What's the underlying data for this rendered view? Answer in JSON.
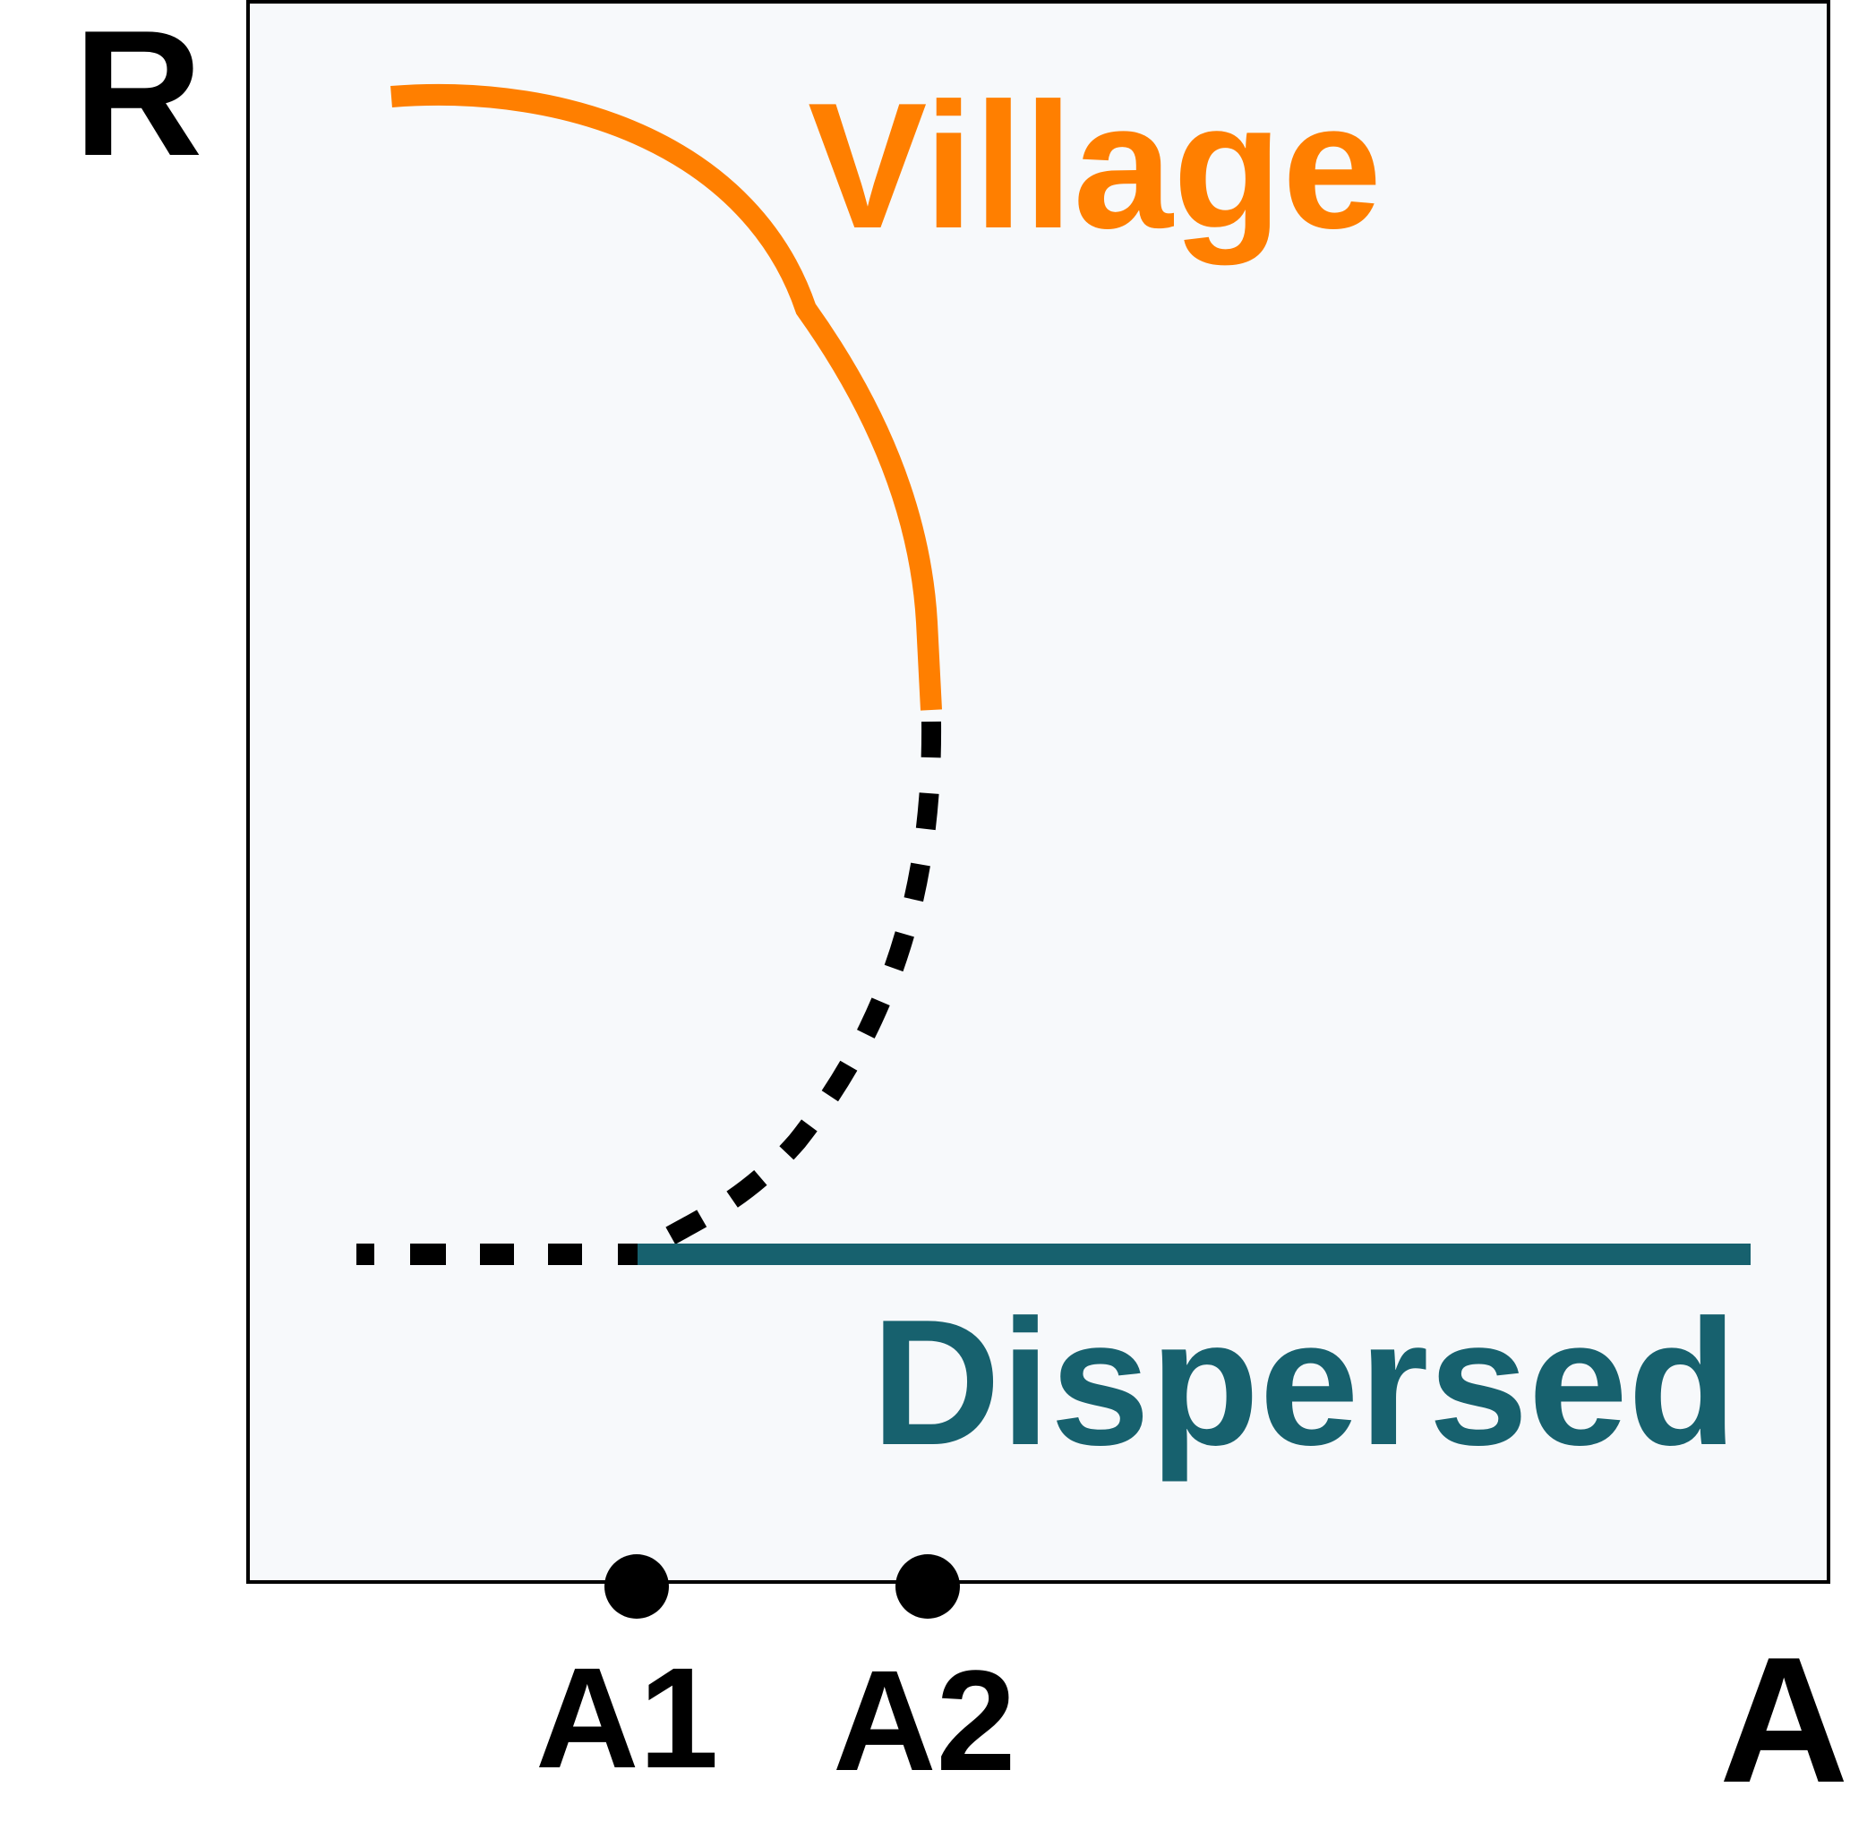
{
  "axes": {
    "y_label": "R",
    "x_label": "A"
  },
  "curves": {
    "village": {
      "label": "Village",
      "color": "#ff7f00"
    },
    "dispersed": {
      "label": "Dispersed",
      "color": "#17616e"
    },
    "unstable_branch_color": "#000000"
  },
  "points": {
    "a1": {
      "label": "A1"
    },
    "a2": {
      "label": "A2"
    }
  },
  "plot_background": "#f7f9fb"
}
